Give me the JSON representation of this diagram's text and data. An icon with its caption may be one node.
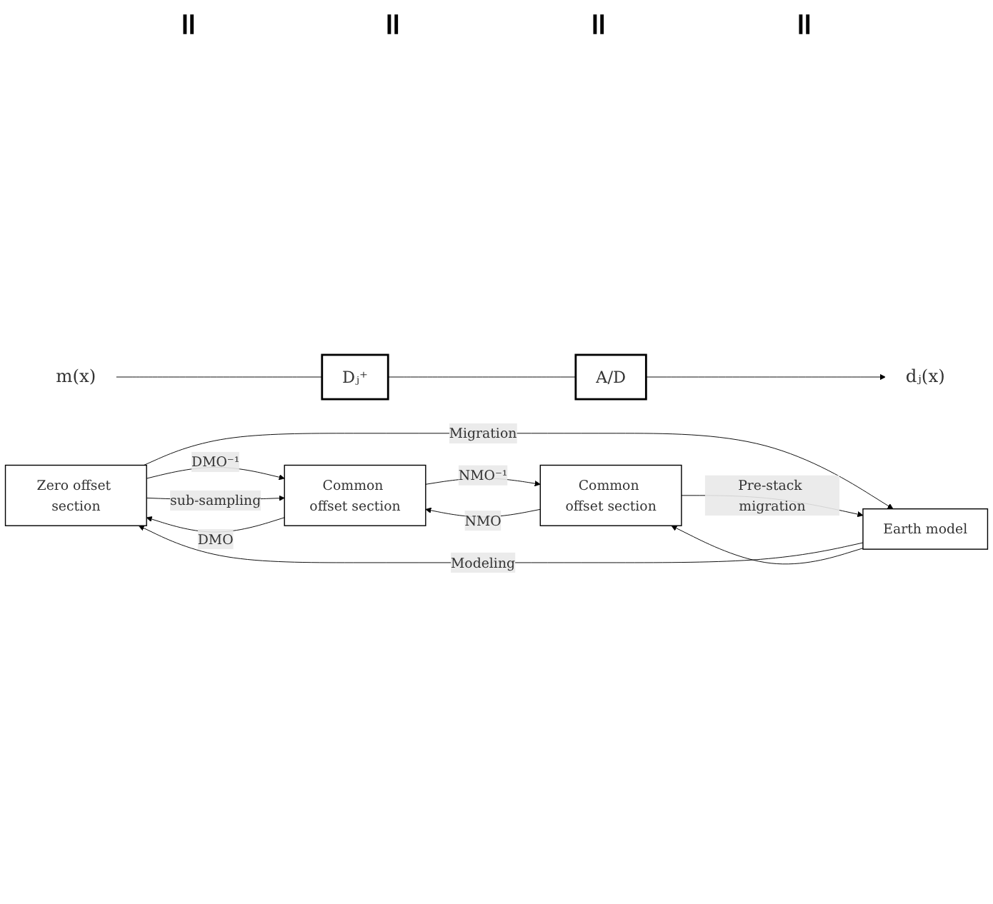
{
  "diagram": {
    "nodes": [
      {
        "text": [
          "m(x)"
        ]
      },
      {
        "text": [
          "Dⱼ⁺"
        ]
      },
      {
        "text": [
          "A/D"
        ]
      },
      {
        "text": [
          "dⱼ(x)"
        ]
      },
      {
        "text": [
          "Zero offset section"
        ]
      },
      {
        "text": [
          "Common offset section"
        ]
      },
      {
        "text": [
          "Earth model"
        ]
      },
      {
        "text": [
          "Common offset section"
        ]
      }
    ],
    "edges": [
      {
        "from": 0,
        "to": 1,
        "arrow": "none"
      },
      {
        "from": 1,
        "to": 2,
        "arrow": "none"
      },
      {
        "from": 2,
        "to": 3,
        "arrow": "to"
      },
      {
        "from": 4,
        "to": 5,
        "arrow": "to",
        "label": "DMO⁻¹"
      },
      {
        "from": 5,
        "to": 4,
        "arrow": "to",
        "label": "DMO"
      },
      {
        "from": 4,
        "to": 5,
        "arrow": "to",
        "label": "sub-sampling"
      },
      {
        "from": 6,
        "to": 4,
        "arrow": "to",
        "label": "Modeling"
      },
      {
        "from": 4,
        "to": 6,
        "arrow": "to",
        "label": "Migration"
      },
      {
        "from": 5,
        "to": 7,
        "arrow": "to",
        "label": "NMO⁻¹"
      },
      {
        "from": 7,
        "to": 5,
        "arrow": "to",
        "label": "NMO"
      },
      {
        "from": 6,
        "to": 7,
        "arrow": "to"
      },
      {
        "from": 7,
        "to": 6,
        "arrow": "to",
        "label": "Pre-stack migration"
      }
    ],
    "labels": [
      "=",
      "=",
      "=",
      "="
    ]
  }
}
